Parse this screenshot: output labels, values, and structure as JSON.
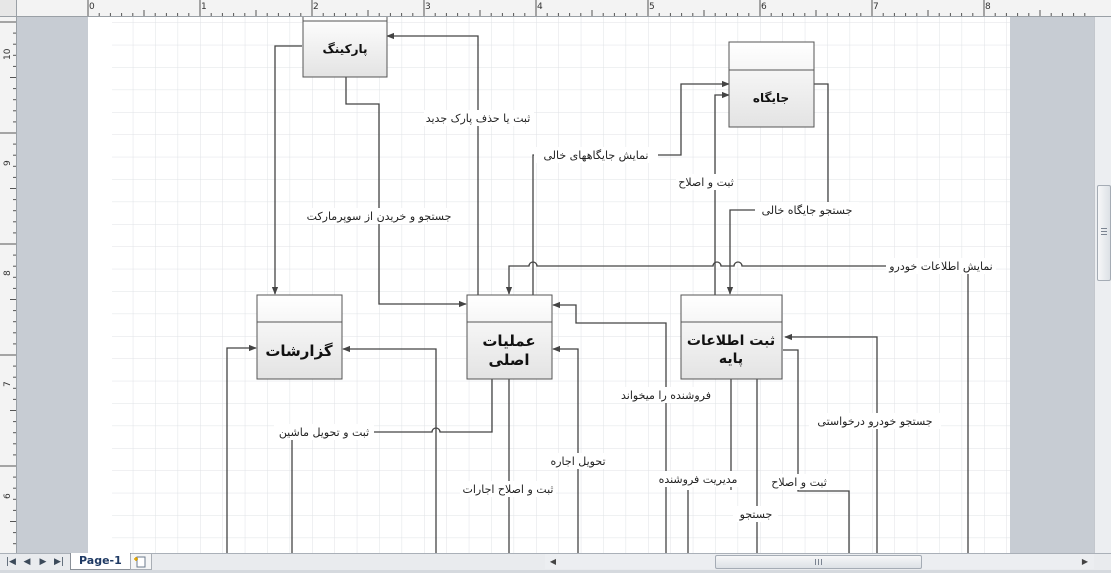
{
  "rulers": {
    "top_labels": [
      "0",
      "1",
      "2",
      "3",
      "4",
      "5",
      "6",
      "7",
      "8"
    ],
    "left_labels": [
      "10",
      "9",
      "8",
      "7",
      "6"
    ]
  },
  "diagram": {
    "nodes": [
      {
        "id": "parking",
        "label": "پارکینگ"
      },
      {
        "id": "jaygah",
        "label": "جایگاه"
      },
      {
        "id": "gozareshat",
        "label": "گزارشات"
      },
      {
        "id": "amaliyat",
        "label_lines": [
          "عملیات",
          "اصلی"
        ]
      },
      {
        "id": "sabt",
        "label_lines": [
          "ثبت اطلاعات",
          "پایه"
        ]
      }
    ],
    "edge_labels": {
      "sabt_hazf_park": "ثبت یا حذف پارک جدید",
      "namayesh_jaygahha": "نمایش جایگاههای خالی",
      "sabt_eslah_1": "ثبت و اصلاح",
      "jostoju_jaygah": "جستجو جایگاه خالی",
      "jostoju_kharid": "جستجو و خریدن از سوپرمارکت",
      "namayesh_khodro": "نمایش اطلاعات خودرو",
      "forooshande_mikhad": "فروشنده را میخواند",
      "jostoju_darkhasti": "جستجو خودرو درخواستی",
      "sabt_tahvil": "ثبت و تحویل ماشین",
      "tahvil_ejare": "تحویل اجاره",
      "sabt_eslah_ejarat": "ثبت و اصلاح اجارات",
      "modiriyat_forooshande": "مدیریت فروشنده",
      "sabt_eslah_2": "ثبت و اصلاح",
      "jostoju": "جستجو"
    }
  },
  "footer": {
    "page_tab": "Page-1"
  }
}
